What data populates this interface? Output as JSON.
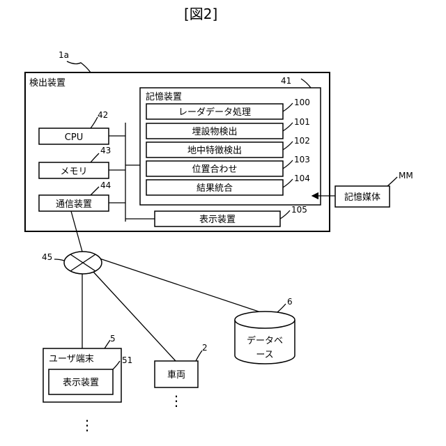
{
  "figure_title": "[図2]",
  "detector": {
    "ref": "1a",
    "label": "検出装置"
  },
  "storage": {
    "ref": "41",
    "label": "記憶装置"
  },
  "modules": [
    {
      "label": "レーダデータ処理",
      "ref": "100"
    },
    {
      "label": "埋設物検出",
      "ref": "101"
    },
    {
      "label": "地中特徴検出",
      "ref": "102"
    },
    {
      "label": "位置合わせ",
      "ref": "103"
    },
    {
      "label": "結果統合",
      "ref": "104"
    }
  ],
  "cpu": {
    "label": "CPU",
    "ref": "42"
  },
  "memory": {
    "label": "メモリ",
    "ref": "43"
  },
  "comm": {
    "label": "通信装置",
    "ref": "44"
  },
  "display": {
    "label": "表示装置",
    "ref": "105"
  },
  "storage_medium": {
    "label": "記憶媒体",
    "ref": "MM"
  },
  "network": {
    "ref": "45"
  },
  "database": {
    "label_line1": "データベ",
    "label_line2": "ース",
    "ref": "6"
  },
  "user_terminal": {
    "label": "ユーザ端末",
    "ref": "5"
  },
  "terminal_display": {
    "label": "表示装置",
    "ref": "51"
  },
  "vehicle": {
    "label": "車両",
    "ref": "2"
  },
  "ellipsis": "⋮"
}
